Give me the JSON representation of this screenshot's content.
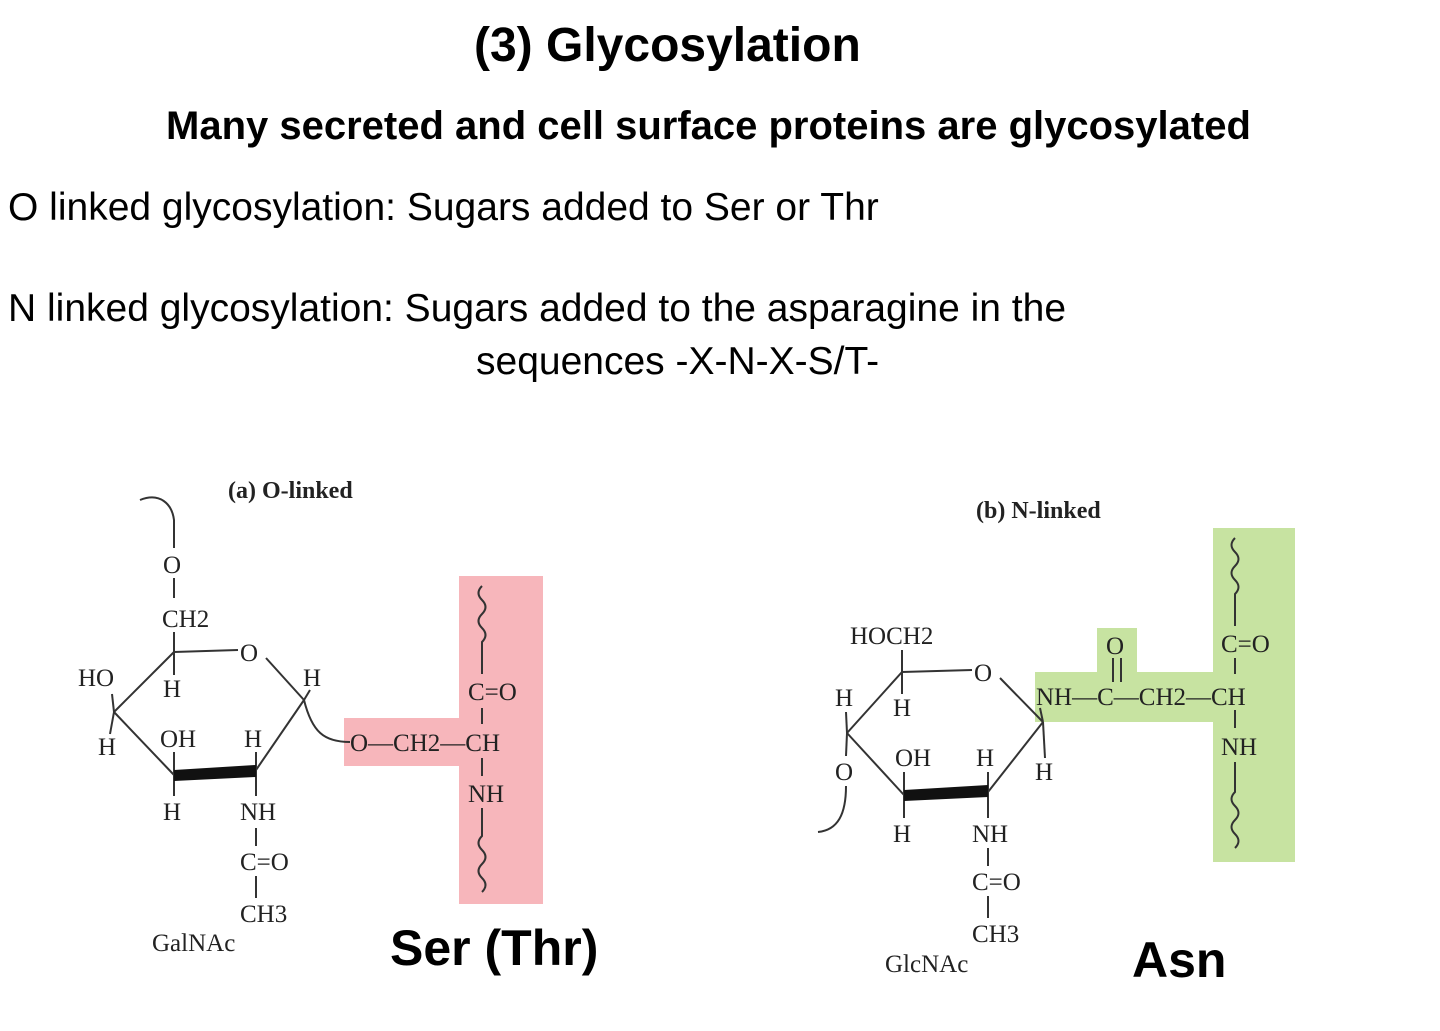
{
  "slide": {
    "title": "(3)  Glycosylation",
    "subtitle": "Many secreted and cell surface proteins are glycosylated",
    "o_linked_definition": "O linked glycosylation: Sugars added to Ser or Thr",
    "n_linked_definition_line1": "N linked glycosylation: Sugars added to the asparagine in the",
    "n_linked_definition_line2": "sequences   -X-N-X-S/T-"
  },
  "o_linked": {
    "caption": "(a) O-linked",
    "sugar_name": "GalNAc",
    "amino_acid": "Ser (Thr)",
    "highlight_color": "#f7b6bb",
    "atoms": {
      "o_top": "O",
      "ch2": "CH2",
      "ring_o": "O",
      "ho": "HO",
      "h_c4_up": "H",
      "h_c1_up": "H",
      "h_c4_down": "H",
      "oh": "OH",
      "h_c2_up": "H",
      "h_c3_down": "H",
      "nh": "NH",
      "c_eq_o": "C=O",
      "ch3": "CH3",
      "link": "O—CH2—CH",
      "peptide_co": "C=O",
      "peptide_nh": "NH"
    }
  },
  "n_linked": {
    "caption": "(b) N-linked",
    "sugar_name": "GlcNAc",
    "amino_acid": "Asn",
    "highlight_color": "#c7e3a1",
    "atoms": {
      "hoch2": "HOCH2",
      "ring_o": "O",
      "h_c4_left": "H",
      "h_c4_up": "H",
      "o_left": "O",
      "oh": "OH",
      "h_c2_up": "H",
      "h_c1_down": "H",
      "h_c3_down": "H",
      "nh": "NH",
      "c_eq_o": "C=O",
      "ch3": "CH3",
      "amide_o": "O",
      "link": "NH—C—CH2—CH",
      "peptide_co": "C=O",
      "peptide_nh": "NH"
    }
  }
}
